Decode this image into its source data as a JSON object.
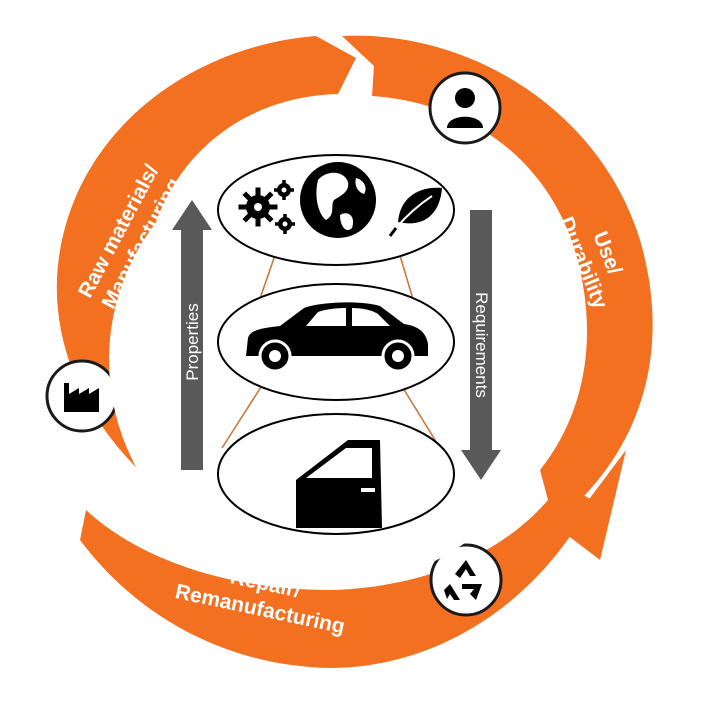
{
  "cycle": {
    "segments": [
      {
        "id": "raw",
        "lines": [
          "Raw materials/",
          "Manufacturing"
        ],
        "icon": "factory-icon"
      },
      {
        "id": "use",
        "lines": [
          "Use/",
          "Durability"
        ],
        "icon": "person-icon"
      },
      {
        "id": "repair",
        "lines": [
          "Repair/",
          "Remanufacturing"
        ],
        "icon": "recycle-icon"
      }
    ],
    "color": "#F37021"
  },
  "center": {
    "levels": [
      {
        "id": "environment",
        "icons": [
          "gears-icon",
          "globe-icon",
          "leaf-icon"
        ]
      },
      {
        "id": "vehicle",
        "icons": [
          "car-icon"
        ]
      },
      {
        "id": "component",
        "icons": [
          "car-door-icon"
        ]
      }
    ],
    "left_arrow": {
      "label": "Properties",
      "direction": "up"
    },
    "right_arrow": {
      "label": "Requirements",
      "direction": "down"
    },
    "arrow_color": "#595959",
    "link_color": "#C8783C"
  }
}
